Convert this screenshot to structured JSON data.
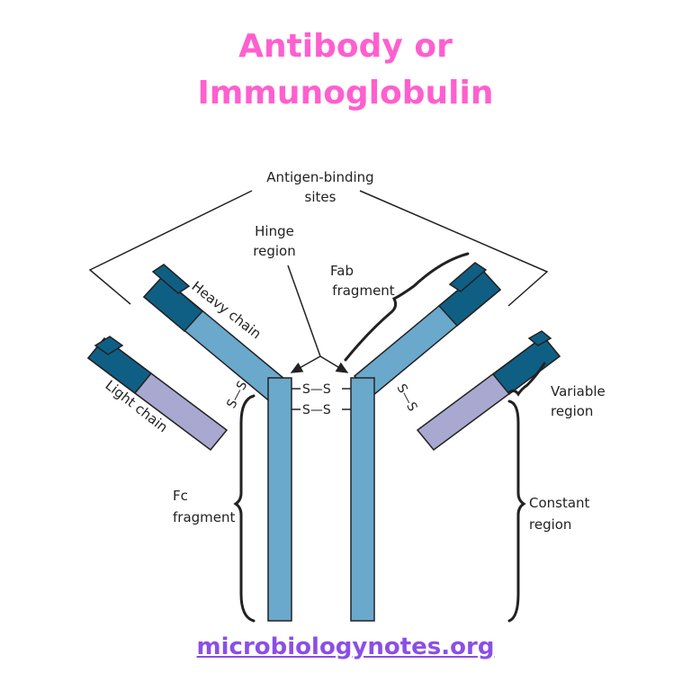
{
  "title": {
    "line1": "Antibody or",
    "line2": "Immunoglobulin"
  },
  "labels": {
    "antigen_binding_1": "Antigen-binding",
    "antigen_binding_2": "sites",
    "hinge_1": "Hinge",
    "hinge_2": "region",
    "fab_1": "Fab",
    "fab_2": "fragment",
    "heavy_chain": "Heavy chain",
    "light_chain": "Light chain",
    "variable_1": "Variable",
    "variable_2": "region",
    "fc_1": "Fc",
    "fc_2": "fragment",
    "constant_1": "Constant",
    "constant_2": "region",
    "disulfide": "S",
    "disulfide_pair": "S—S"
  },
  "footer": {
    "link": "microbiologynotes.org"
  },
  "colors": {
    "title": "#ff5fcf",
    "link": "#8a4fe6",
    "heavy_constant": "#6aa8cc",
    "variable_dark": "#0f5f85",
    "light_constant": "#a8a8d0",
    "outline": "#222222"
  }
}
